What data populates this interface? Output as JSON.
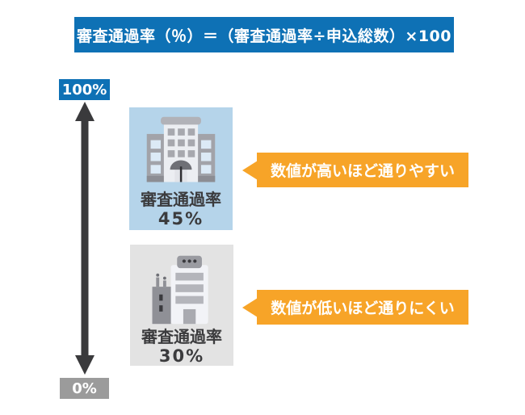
{
  "formula": {
    "text": "審査通過率（％）＝（審査通過率÷申込総数）×100"
  },
  "axis": {
    "top_label": "100%",
    "bottom_label": "0%"
  },
  "cards": [
    {
      "label": "審査通過率",
      "value": "45%",
      "callout": "数値が高いほど通りやすい",
      "icon": "office-building-large-icon"
    },
    {
      "label": "審査通過率",
      "value": "30%",
      "callout": "数値が低いほど通りにくい",
      "icon": "office-building-small-icon"
    }
  ],
  "colors": {
    "banner_blue": "#0e71b5",
    "card_light_blue": "#b5d4ea",
    "card_gray": "#e3e3e3",
    "badge_gray": "#9b9b9b",
    "callout_orange": "#f7a428",
    "arrow_dark": "#3a3a3c",
    "text_dark": "#3b3b3d",
    "text_white": "#ffffff"
  }
}
